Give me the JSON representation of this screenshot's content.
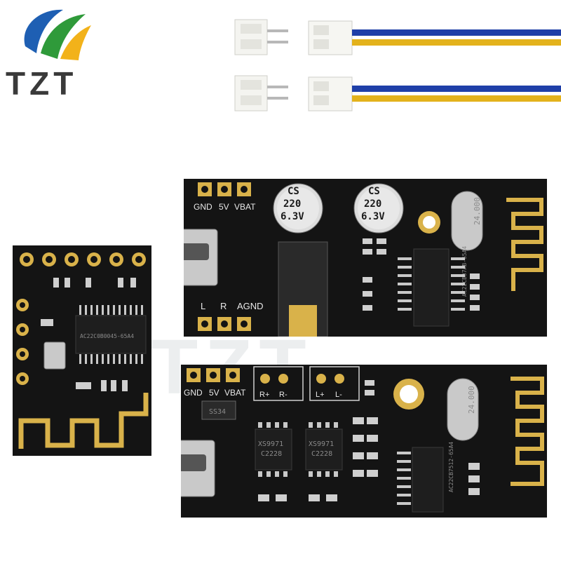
{
  "brand": {
    "name": "TZT",
    "watermark": "TZT"
  },
  "board_top": {
    "header_labels": [
      "GND",
      "5V",
      "VBAT"
    ],
    "output_labels": [
      "L",
      "R",
      "AGND"
    ],
    "capacitors": [
      {
        "line1": "CS",
        "line2": "220",
        "line3": "6.3V"
      },
      {
        "line1": "CS",
        "line2": "220",
        "line3": "6.3V"
      }
    ],
    "crystal": "24.000",
    "chip": "AC22CB07AB-65A4"
  },
  "board_small": {
    "chip": "AC22C0B0045-65A4"
  },
  "board_bottom": {
    "header_labels": [
      "GND",
      "5V",
      "VBAT"
    ],
    "speaker_r": [
      "R+",
      "R-"
    ],
    "speaker_l": [
      "L+",
      "L-"
    ],
    "diode": "SS34",
    "amp_chips": [
      {
        "line1": "XS9971",
        "line2": "C2228"
      },
      {
        "line1": "XS9971",
        "line2": "C2228"
      }
    ],
    "crystal": "24.000",
    "chip": "AC22CB7512-65A4"
  },
  "colors": {
    "pcb": "#141414",
    "gold": "#d9b24a",
    "wire_blue": "#1f3fa8",
    "wire_yellow": "#e3b21c"
  }
}
